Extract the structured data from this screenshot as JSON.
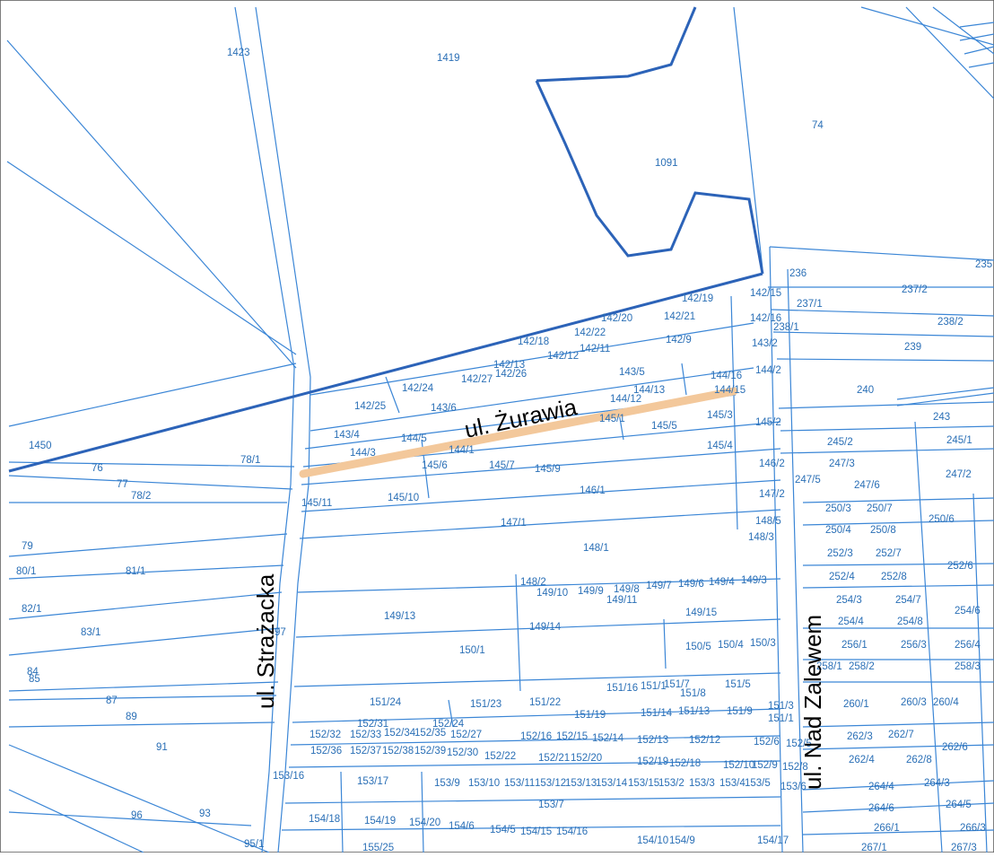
{
  "colors": {
    "parcel_line": "#3b86d6",
    "parcel_text": "#2a6fb6",
    "boundary": "#2c63b8",
    "highlight": "#f3c89b",
    "street_text": "#000000",
    "background": "#ffffff"
  },
  "streets": {
    "zurawia": "ul. Żurawia",
    "strazacka": "ul. Strażacka",
    "nad_zalewem": "ul. Nad Zalewem"
  },
  "parcels": [
    "1423",
    "1419",
    "1091",
    "74",
    "236",
    "237/1",
    "237/2",
    "238/1",
    "238/2",
    "239",
    "235",
    "142/15",
    "142/16",
    "143/2",
    "142/19",
    "142/20",
    "142/21",
    "142/22",
    "142/18",
    "142/11",
    "142/9",
    "142/12",
    "142/13",
    "142/26",
    "142/27",
    "142/24",
    "142/25",
    "143/5",
    "143/6",
    "144/13",
    "144/12",
    "144/16",
    "144/2",
    "144/15",
    "240",
    "243",
    "145/3",
    "145/2",
    "145/5",
    "145/4",
    "145/1",
    "143/4",
    "144/3",
    "144/5",
    "144/1",
    "145/6",
    "145/7",
    "145/9",
    "145/10",
    "145/11",
    "146/2",
    "146/1",
    "147/2",
    "147/1",
    "245/2",
    "245/1",
    "247/3",
    "247/5",
    "247/6",
    "247/2",
    "250/3",
    "250/7",
    "250/4",
    "250/8",
    "250/6",
    "148/5",
    "148/3",
    "148/1",
    "252/3",
    "252/7",
    "252/4",
    "252/8",
    "252/6",
    "148/2",
    "149/10",
    "149/9",
    "149/8",
    "149/7",
    "149/6",
    "149/4",
    "149/3",
    "149/11",
    "149/13",
    "149/14",
    "149/15",
    "254/3",
    "254/7",
    "254/4",
    "254/8",
    "254/6",
    "150/5",
    "150/4",
    "150/3",
    "150/1",
    "256/1",
    "256/3",
    "256/4",
    "258/1",
    "258/2",
    "258/3",
    "151/16",
    "151/1",
    "151/7",
    "151/5",
    "151/3",
    "151/24",
    "151/23",
    "151/22",
    "151/19",
    "151/14",
    "151/13",
    "151/9",
    "151/8",
    "151/1",
    "260/1",
    "260/3",
    "260/4",
    "262/3",
    "262/7",
    "262/6",
    "262/4",
    "262/8",
    "152/31",
    "152/32",
    "152/33",
    "152/34",
    "152/35",
    "152/36",
    "152/37",
    "152/38",
    "152/39",
    "152/24",
    "152/27",
    "152/16",
    "152/15",
    "152/14",
    "152/13",
    "152/12",
    "152/6",
    "152/5",
    "152/30",
    "152/22",
    "152/21",
    "152/20",
    "152/19",
    "152/18",
    "152/10",
    "152/9",
    "152/8",
    "153/16",
    "153/17",
    "153/9",
    "153/10",
    "153/11",
    "153/12",
    "153/13",
    "153/14",
    "153/15",
    "153/2",
    "153/3",
    "153/4",
    "153/5",
    "153/6",
    "153/7",
    "264/4",
    "264/3",
    "264/6",
    "264/5",
    "266/1",
    "266/3",
    "267/1",
    "267/3",
    "154/18",
    "154/19",
    "154/20",
    "154/6",
    "154/5",
    "154/15",
    "154/16",
    "154/10",
    "154/9",
    "154/17",
    "1450",
    "76",
    "77",
    "78/2",
    "79",
    "80/1",
    "81/1",
    "82/1",
    "83/1",
    "84",
    "85",
    "87",
    "89",
    "91",
    "93",
    "95/1",
    "96",
    "97",
    "155/25",
    "78/1"
  ]
}
